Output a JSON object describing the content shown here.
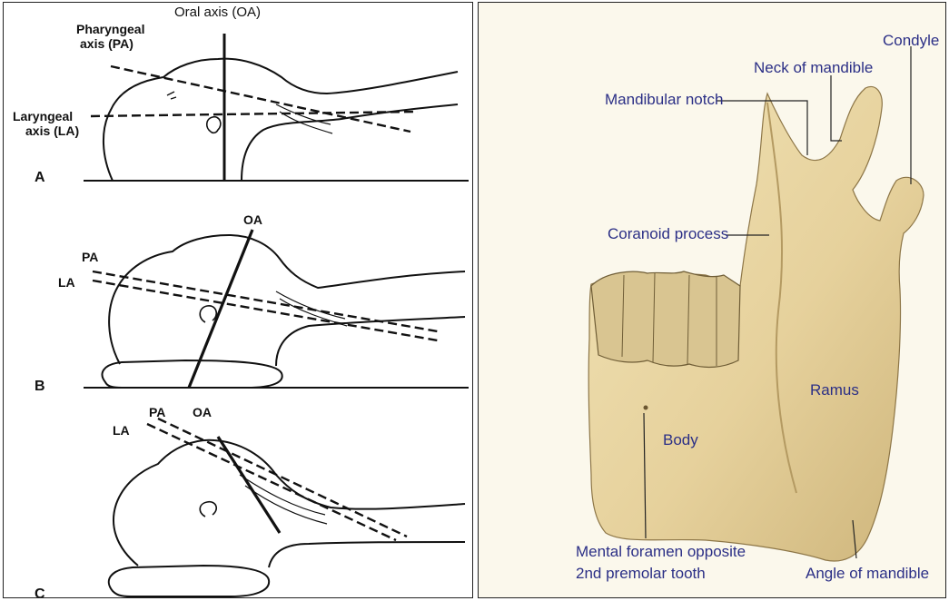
{
  "left_panel": {
    "panel_a": {
      "letter": "A",
      "oa_label": "Oral axis (OA)",
      "pa_label_line1": "Pharyngeal",
      "pa_label_line2": "axis (PA)",
      "la_label_line1": "Laryngeal",
      "la_label_line2": "axis (LA)"
    },
    "panel_b": {
      "letter": "B",
      "oa_label": "OA",
      "pa_label": "PA",
      "la_label": "LA"
    },
    "panel_c": {
      "letter": "C",
      "oa_label": "OA",
      "pa_label": "PA",
      "la_label": "LA"
    }
  },
  "right_panel": {
    "labels": {
      "condyle": "Condyle",
      "neck": "Neck of mandible",
      "notch": "Mandibular notch",
      "coronoid": "Coranoid process",
      "ramus": "Ramus",
      "body": "Body",
      "mental_line1": "Mental foramen opposite",
      "mental_line2": "2nd premolar tooth",
      "angle": "Angle of mandible"
    },
    "colors": {
      "label_text": "#2b2f86",
      "bone": "#e9d7a5",
      "background": "#fbf8ec"
    }
  }
}
